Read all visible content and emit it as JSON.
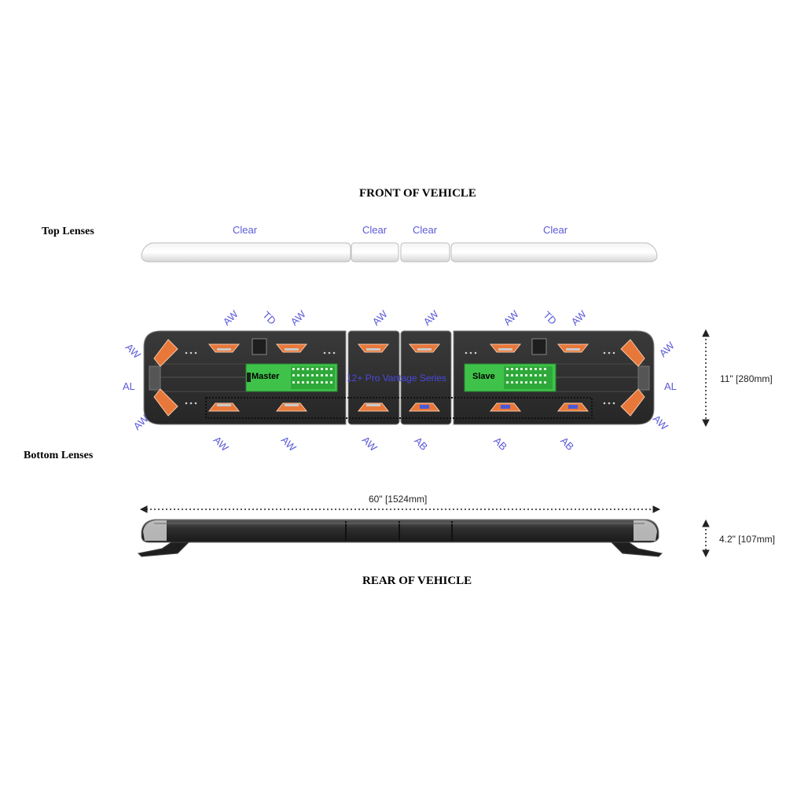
{
  "headings": {
    "front": "FRONT OF VEHICLE",
    "rear": "REAR OF VEHICLE",
    "top_lenses": "Top Lenses",
    "bottom_lenses": "Bottom Lenses"
  },
  "top_lens_labels": [
    "Clear",
    "Clear",
    "Clear",
    "Clear"
  ],
  "module_labels": {
    "top": [
      "AW",
      "TD",
      "AW",
      "AW",
      "AW",
      "AW",
      "TD",
      "AW"
    ],
    "left_side": [
      "AW",
      "AL",
      "AW"
    ],
    "right_side": [
      "AW",
      "AL",
      "AW"
    ],
    "bottom": [
      "AW",
      "AW",
      "AW",
      "AB",
      "AB",
      "AB"
    ]
  },
  "boards": {
    "master": "Master",
    "slave": "Slave",
    "series": "12+ Pro Vantage Series"
  },
  "dimensions": {
    "height": "11\" [280mm]",
    "length": "60\" [1524mm]",
    "profile_height": "4.2\" [107mm]"
  },
  "colors": {
    "label_blue": "#5a5ad8",
    "led_amber": "#e8783a",
    "led_blue": "#4a5ad8",
    "board_green": "#3fc24a",
    "bar_dark": "#333333"
  }
}
